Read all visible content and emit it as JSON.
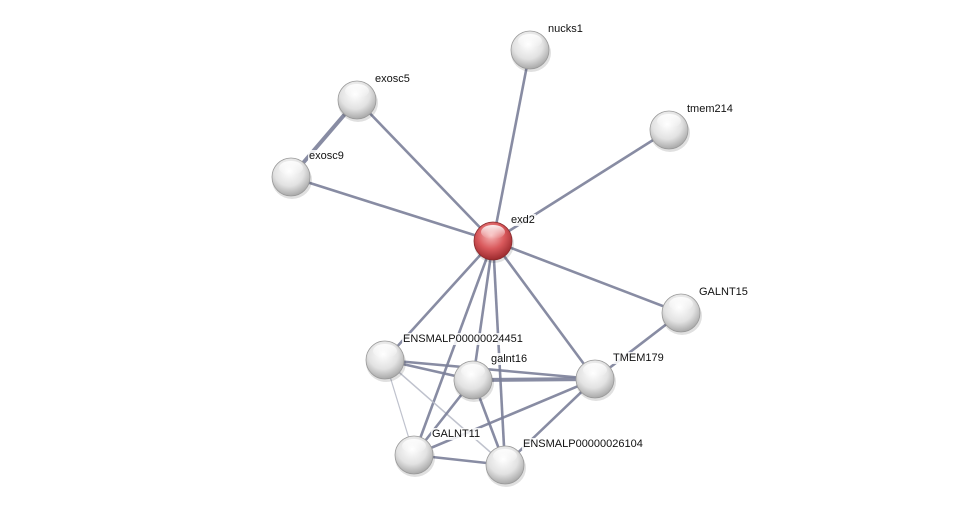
{
  "network": {
    "nodes": [
      {
        "id": "nucks1",
        "label": "nucks1",
        "query": false
      },
      {
        "id": "exosc5",
        "label": "exosc5",
        "query": false
      },
      {
        "id": "tmem214",
        "label": "tmem214",
        "query": false
      },
      {
        "id": "exosc9",
        "label": "exosc9",
        "query": false
      },
      {
        "id": "exd2",
        "label": "exd2",
        "query": true
      },
      {
        "id": "GALNT15",
        "label": "GALNT15",
        "query": false
      },
      {
        "id": "ENSMALP00000024451",
        "label": "ENSMALP00000024451",
        "query": false
      },
      {
        "id": "galnt16",
        "label": "galnt16",
        "query": false
      },
      {
        "id": "TMEM179",
        "label": "TMEM179",
        "query": false
      },
      {
        "id": "GALNT11",
        "label": "GALNT11",
        "query": false
      },
      {
        "id": "ENSMALP00000026104",
        "label": "ENSMALP00000026104",
        "query": false
      }
    ],
    "edges": [
      [
        "exd2",
        "nucks1"
      ],
      [
        "exd2",
        "exosc5"
      ],
      [
        "exd2",
        "exosc9"
      ],
      [
        "exd2",
        "tmem214"
      ],
      [
        "exd2",
        "GALNT15"
      ],
      [
        "exd2",
        "ENSMALP00000024451"
      ],
      [
        "exd2",
        "galnt16"
      ],
      [
        "exd2",
        "TMEM179"
      ],
      [
        "exd2",
        "GALNT11"
      ],
      [
        "exd2",
        "ENSMALP00000026104"
      ],
      [
        "exosc5",
        "exosc9"
      ],
      [
        "GALNT15",
        "TMEM179"
      ],
      [
        "ENSMALP00000024451",
        "galnt16"
      ],
      [
        "ENSMALP00000024451",
        "TMEM179"
      ],
      [
        "ENSMALP00000024451",
        "GALNT11"
      ],
      [
        "ENSMALP00000024451",
        "ENSMALP00000026104"
      ],
      [
        "galnt16",
        "TMEM179"
      ],
      [
        "galnt16",
        "GALNT11"
      ],
      [
        "galnt16",
        "ENSMALP00000026104"
      ],
      [
        "TMEM179",
        "GALNT11"
      ],
      [
        "TMEM179",
        "ENSMALP00000026104"
      ],
      [
        "GALNT11",
        "ENSMALP00000026104"
      ]
    ],
    "colors": {
      "edge": "#7b7f99",
      "edge_light": "#b8bbc8",
      "query_node": "#d9595c",
      "node": "#e4e4e4"
    }
  }
}
